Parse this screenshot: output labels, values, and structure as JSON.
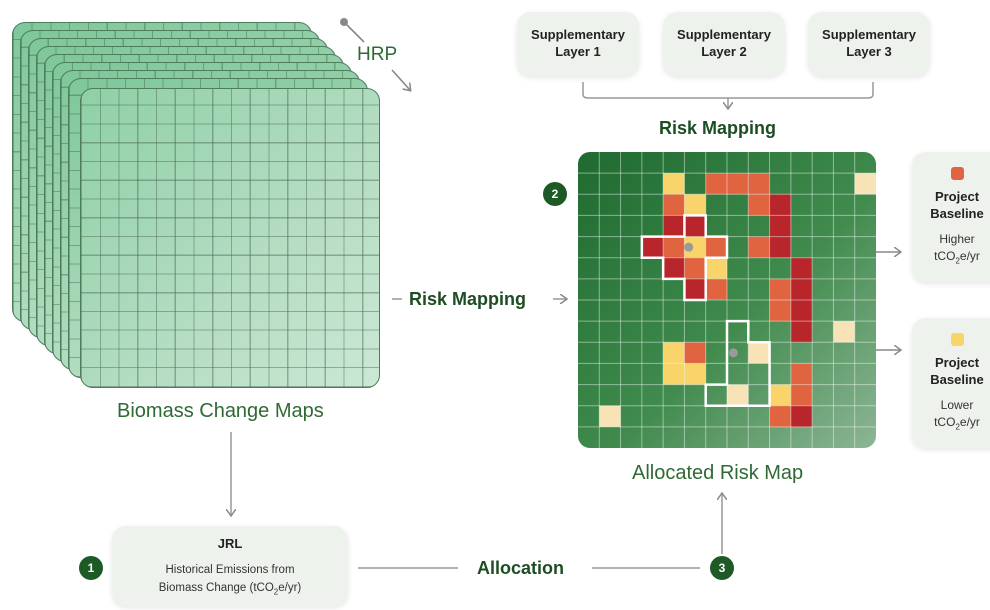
{
  "hrp_label": "HRP",
  "supplementary_layers": [
    "Supplementary\nLayer 1",
    "Supplementary\nLayer 2",
    "Supplementary\nLayer 3"
  ],
  "risk_mapping_top_label": "Risk Mapping",
  "risk_mapping_mid_label": "Risk Mapping",
  "biomass_label": "Biomass Change Maps",
  "allocated_label": "Allocated Risk Map",
  "allocation_label": "Allocation",
  "jrl": {
    "title": "JRL",
    "body_line1": "Historical Emissions from",
    "body_line2_pre": "Biomass Change (tCO",
    "body_line2_sub": "2",
    "body_line2_post": "e/yr)"
  },
  "badges": {
    "one": "1",
    "two": "2",
    "three": "3"
  },
  "project_high": {
    "title": "Project\nBaseline",
    "level": "Higher",
    "unit_pre": "tCO",
    "unit_sub": "2",
    "unit_post": "e/yr",
    "swatch": "#e0643f"
  },
  "project_low": {
    "title": "Project\nBaseline",
    "level": "Lower",
    "unit_pre": "tCO",
    "unit_sub": "2",
    "unit_post": "e/yr",
    "swatch": "#f8d46a"
  },
  "colors": {
    "dark_green": "#1d5a26",
    "map_green": "#2f7a3c",
    "red": "#b8262c",
    "orange": "#e0643f",
    "yellow": "#f8d46a",
    "pale": "#f7e3b5"
  }
}
